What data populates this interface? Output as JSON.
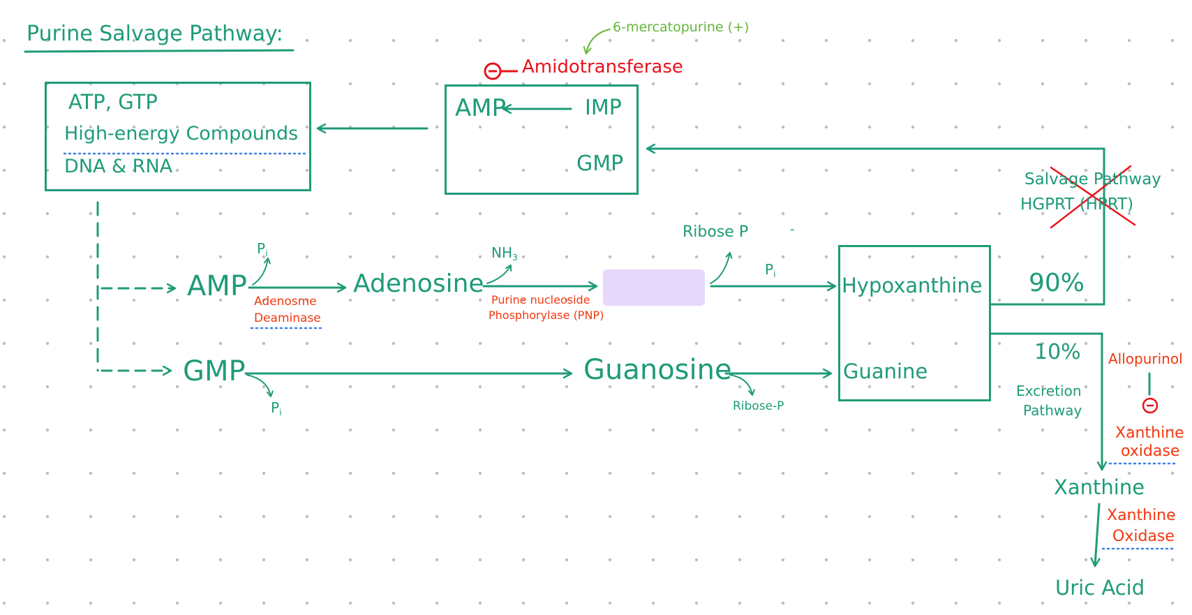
{
  "title": "Purine Salvage Pathway:",
  "top_box": {
    "line1": "ATP, GTP",
    "line2": "High-energy Compounds",
    "line3": "DNA & RNA"
  },
  "nuc_box": {
    "amp": "AMP",
    "imp": "IMP",
    "gmp": "GMP"
  },
  "inhibitor": {
    "minus": "−",
    "enzyme": "Amidotransferase",
    "drug": "6-mercatopurine (+)"
  },
  "row_amp": {
    "amp": "AMP",
    "pi": "P",
    "pi_sub": "i",
    "enzyme_line1": "Adenosme",
    "enzyme_line2": "Deaminase",
    "adenosine": "Adenosine",
    "nh3": "NH",
    "nh3_sub": "3",
    "pnp_line1": "Purine nucleoside",
    "pnp_line2": "Phosphorylase (PNP)",
    "ribose_p": "Ribose P",
    "ribose_p_tail": "-",
    "pi2": "P",
    "pi2_sub": "i"
  },
  "row_gmp": {
    "gmp": "GMP",
    "pi": "P",
    "pi_sub": "i",
    "guanosine": "Guanosine",
    "ribose_p": "Ribose-P"
  },
  "base_box": {
    "hypoxanthine": "Hypoxanthine",
    "guanine": "Guanine"
  },
  "salvage": {
    "line1": "Salvage Pathway",
    "line2": "HGPRT (HPRT)",
    "pct": "90%"
  },
  "excretion": {
    "pct": "10%",
    "line1": "Excretion",
    "line2": "Pathway",
    "xanthine": "Xanthine",
    "uric_acid": "Uric Acid",
    "xo1_line1": "Xanthine",
    "xo1_line2": "oxidase",
    "xo2_line1": "Xanthine",
    "xo2_line2": "Oxidase",
    "allopurinol": "Allopurinol",
    "minus": "−"
  },
  "colors": {
    "green": "#1e9b78",
    "red_orange": "#f2380f",
    "red": "#e8121b",
    "light_green": "#64b63a",
    "blue_dotted": "#3f7fe6",
    "lavender": "#e6d8fb"
  }
}
